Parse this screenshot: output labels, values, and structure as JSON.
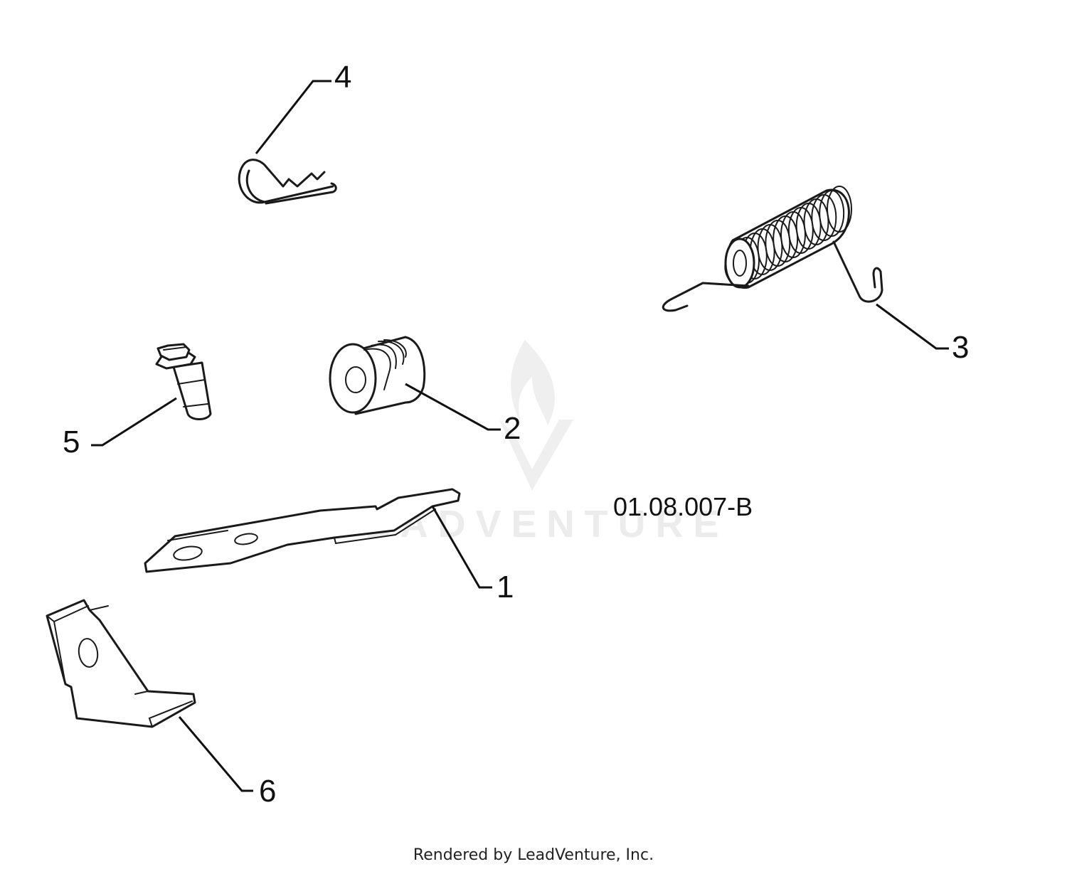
{
  "diagram": {
    "drawing_code": "01.08.007-B",
    "callouts": [
      "1",
      "2",
      "3",
      "4",
      "5",
      "6"
    ]
  },
  "watermark": {
    "text": "LEADVENTURE",
    "color": "#ececec"
  },
  "footer": {
    "text": "Rendered by LeadVenture, Inc."
  },
  "colors": {
    "line": "#1a1a1a",
    "background": "#ffffff"
  }
}
